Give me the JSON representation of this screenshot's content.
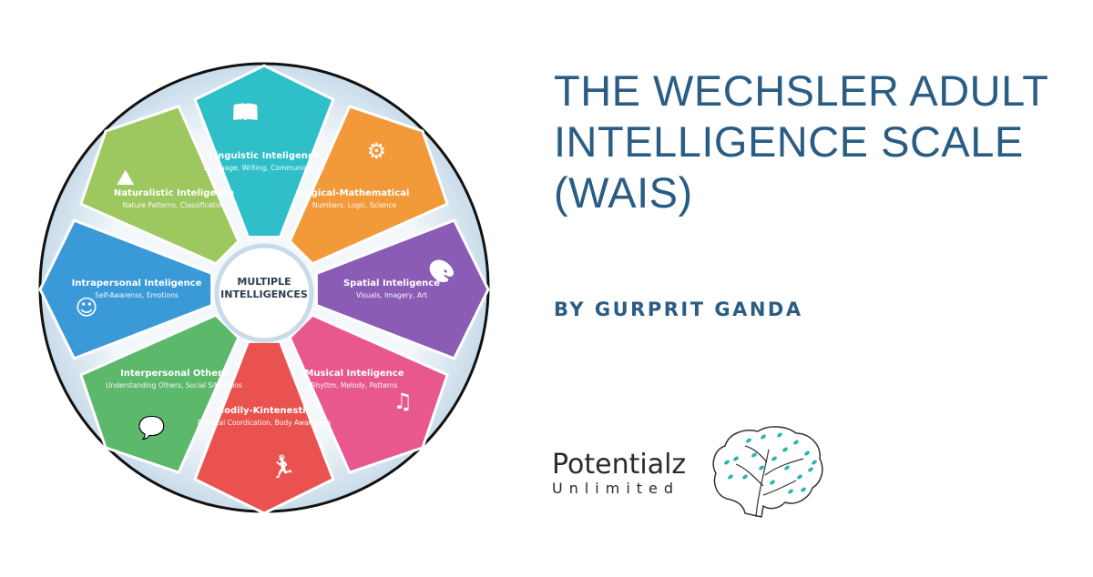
{
  "diagram": {
    "hub_lines": [
      "MULTIPLE",
      "INTELLIGENCES"
    ],
    "segments": [
      {
        "title": "Linguistic Inteligence",
        "subtitle": "Language, Writing, Communication",
        "color": "#2ebfc9",
        "icon": "book-icon",
        "glyph": "📖"
      },
      {
        "title": "Logical-Mathematical",
        "subtitle": "Numbers, Logic, Science",
        "color": "#f29a3a",
        "icon": "gears-magnifier-icon",
        "glyph": "⚙"
      },
      {
        "title": "Spatial Inteligence",
        "subtitle": "Visuals, Imagery, Art",
        "color": "#8a5cb5",
        "icon": "palette-icon",
        "glyph": "🎨"
      },
      {
        "title": "Musical Inteligence",
        "subtitle": "Rhyttm, Melody, Patterns",
        "color": "#e8588e",
        "icon": "music-note-icon",
        "glyph": "♫"
      },
      {
        "title": "Bodily-Kintenestic",
        "subtitle": "Physical Coordication, Body Awareness",
        "color": "#e9524f",
        "icon": "running-person-icon",
        "glyph": "🏃"
      },
      {
        "title": "Interpersonal Others",
        "subtitle": "Understanding Others, Social Situations",
        "color": "#5cb86b",
        "icon": "head-speech-bubble-icon",
        "glyph": "💬"
      },
      {
        "title": "Intrapersonal Inteligence",
        "subtitle": "Self-Awarenss, Emotions",
        "color": "#3a9ad8",
        "icon": "head-thought-icon",
        "glyph": "☺"
      },
      {
        "title": "Naturalistic Inteligence",
        "subtitle": "Nature Patterns, Classification",
        "color": "#9dc75f",
        "icon": "leaf-mountain-icon",
        "glyph": "⛰"
      }
    ]
  },
  "title_lines": [
    "THE WECHSLER ADULT",
    "INTELLIGENCE SCALE",
    "(WAIS)"
  ],
  "byline": "BY GURPRIT GANDA",
  "logo": {
    "main": "Potentialz",
    "sub": "Unlimited",
    "accent": "#2bb5b0"
  },
  "colors": {
    "title": "#2a5d84"
  }
}
